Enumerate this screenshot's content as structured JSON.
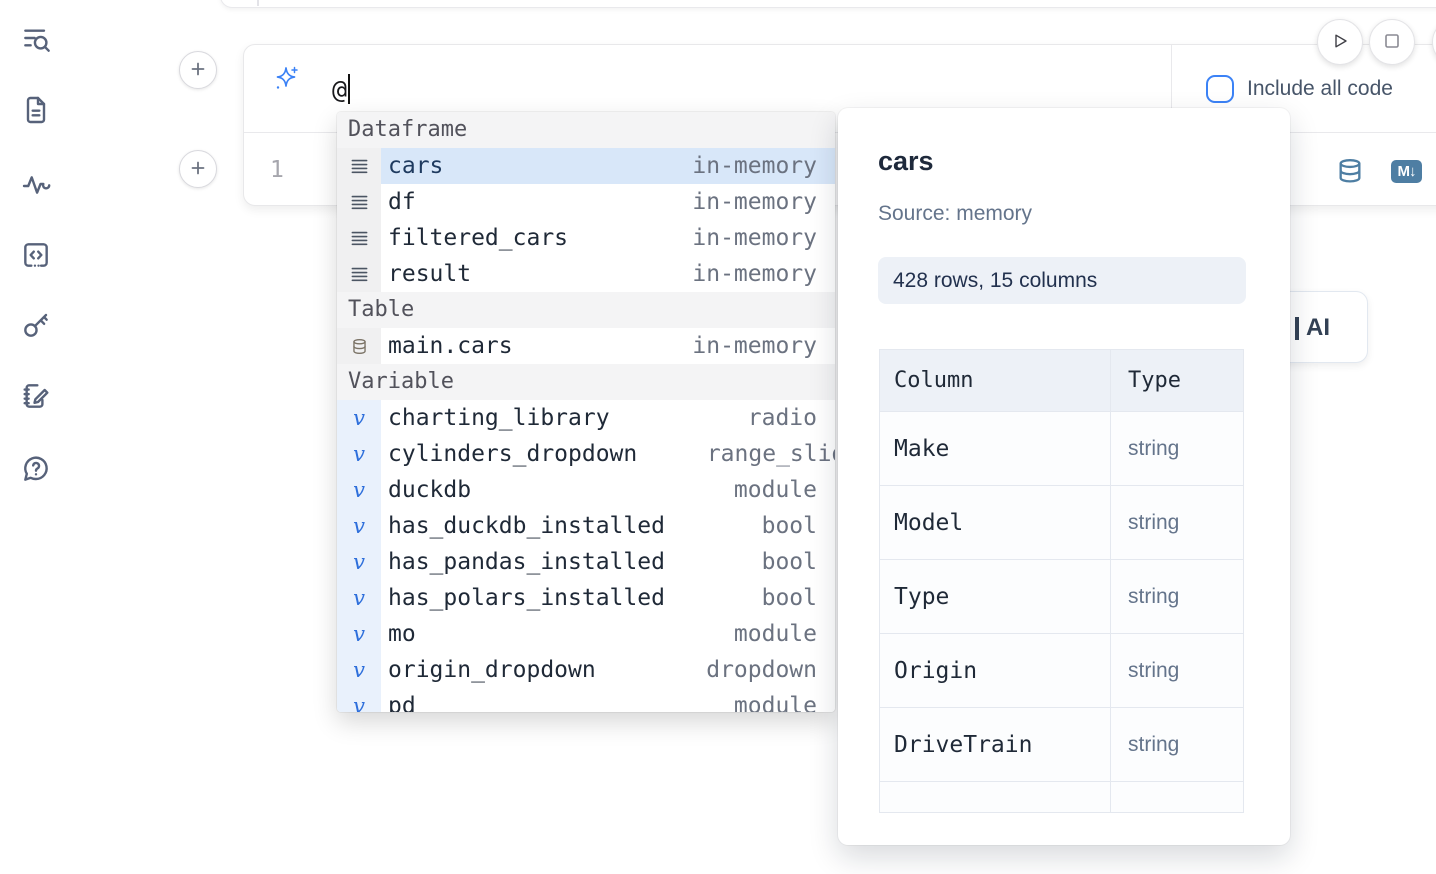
{
  "sidebar": {
    "icons": [
      "table-of-contents-search-icon",
      "file-icon",
      "activity-icon",
      "snippets-code-icon",
      "secrets-key-icon",
      "scratchpad-notebook-icon",
      "help-chat-icon"
    ]
  },
  "toolbar": {
    "include_all_code": "Include all code",
    "markdown_badge": "M↓"
  },
  "cell": {
    "ai_prompt_value": "@",
    "line_number": "1"
  },
  "autocomplete": {
    "variable_icon_glyph": "v",
    "sections": [
      {
        "label": "Dataframe",
        "kind": "dataframe",
        "items": [
          {
            "name": "cars",
            "type": "in-memory",
            "selected": true
          },
          {
            "name": "df",
            "type": "in-memory"
          },
          {
            "name": "filtered_cars",
            "type": "in-memory"
          },
          {
            "name": "result",
            "type": "in-memory"
          }
        ]
      },
      {
        "label": "Table",
        "kind": "table",
        "items": [
          {
            "name": "main.cars",
            "type": "in-memory"
          }
        ]
      },
      {
        "label": "Variable",
        "kind": "variable",
        "items": [
          {
            "name": "charting_library",
            "type": "radio"
          },
          {
            "name": "cylinders_dropdown",
            "type": "range_slider",
            "overflow": true
          },
          {
            "name": "duckdb",
            "type": "module"
          },
          {
            "name": "has_duckdb_installed",
            "type": "bool"
          },
          {
            "name": "has_pandas_installed",
            "type": "bool"
          },
          {
            "name": "has_polars_installed",
            "type": "bool"
          },
          {
            "name": "mo",
            "type": "module"
          },
          {
            "name": "origin_dropdown",
            "type": "dropdown"
          },
          {
            "name": "pd",
            "type": "module"
          }
        ]
      }
    ]
  },
  "preview": {
    "title": "cars",
    "source_label": "Source: memory",
    "shape": "428 rows, 15 columns",
    "columns_header": [
      "Column",
      "Type"
    ],
    "rows": [
      [
        "Make",
        "string"
      ],
      [
        "Model",
        "string"
      ],
      [
        "Type",
        "string"
      ],
      [
        "Origin",
        "string"
      ],
      [
        "DriveTrain",
        "string"
      ]
    ]
  },
  "ai_button_label": "AI",
  "colors": {
    "accent_blue": "#3b82f6",
    "selection_bg": "#d8e7f9",
    "toolbar_icon_blue": "#4e7ea3",
    "section_header_bg": "#f4f4f5",
    "badge_bg": "#edf1f7"
  }
}
